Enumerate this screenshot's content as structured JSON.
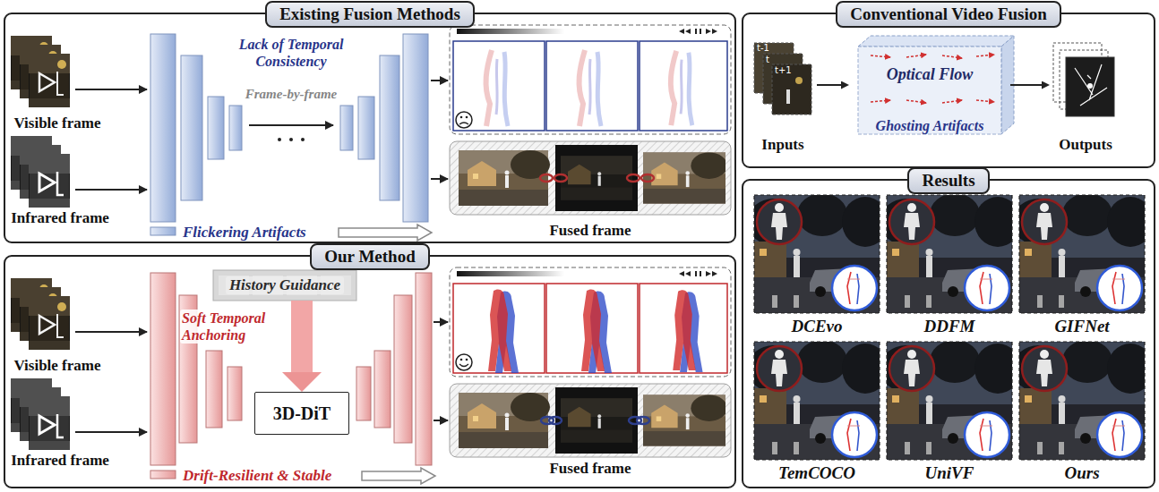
{
  "diagram": {
    "nodes": [
      {
        "text": [
          "Existing Fusion Methods"
        ]
      },
      {
        "text": [
          "Visible frame"
        ],
        "in": 0
      },
      {
        "text": [
          "Infrared frame"
        ],
        "in": 0
      },
      {
        "text": [
          "Fused frame"
        ],
        "in": 0
      },
      {
        "text": [
          "Conventional Video Fusion"
        ]
      },
      {
        "text": [
          "Inputs"
        ],
        "in": 4
      },
      {
        "text": [
          "Optical Flow",
          "Ghosting Artifacts"
        ],
        "in": 4
      },
      {
        "text": [
          "Outputs"
        ],
        "in": 4
      },
      {
        "text": [
          "Our Method"
        ]
      },
      {
        "text": [
          "Visible frame"
        ],
        "in": 8
      },
      {
        "text": [
          "Infrared frame"
        ],
        "in": 8
      },
      {
        "text": [
          "History Guidance"
        ],
        "in": 8
      },
      {
        "text": [
          "3D-DiT"
        ],
        "in": 8
      },
      {
        "text": [
          "Fused frame"
        ],
        "in": 8
      },
      {
        "text": [
          "Results"
        ]
      },
      {
        "text": [
          "DCEvo"
        ],
        "in": 14
      },
      {
        "text": [
          "DDFM"
        ],
        "in": 14
      },
      {
        "text": [
          "GIFNet"
        ],
        "in": 14
      },
      {
        "text": [
          "TemCOCO"
        ],
        "in": 14
      },
      {
        "text": [
          "UniVF"
        ],
        "in": 14
      },
      {
        "text": [
          "Ours"
        ],
        "in": 14
      }
    ],
    "edges": [
      {
        "from": 5,
        "to": 6,
        "arrow": "to"
      },
      {
        "from": 6,
        "to": 7,
        "arrow": "to"
      },
      {
        "from": 11,
        "to": 12,
        "arrow": "to",
        "label": "Soft Temporal Anchoring"
      }
    ],
    "labels": [
      "Lack of Temporal Consistency",
      "Frame-by-frame",
      "Flickering Artifacts",
      "t-1",
      "t",
      "t+1",
      "Drift-Resilient & Stable"
    ]
  }
}
